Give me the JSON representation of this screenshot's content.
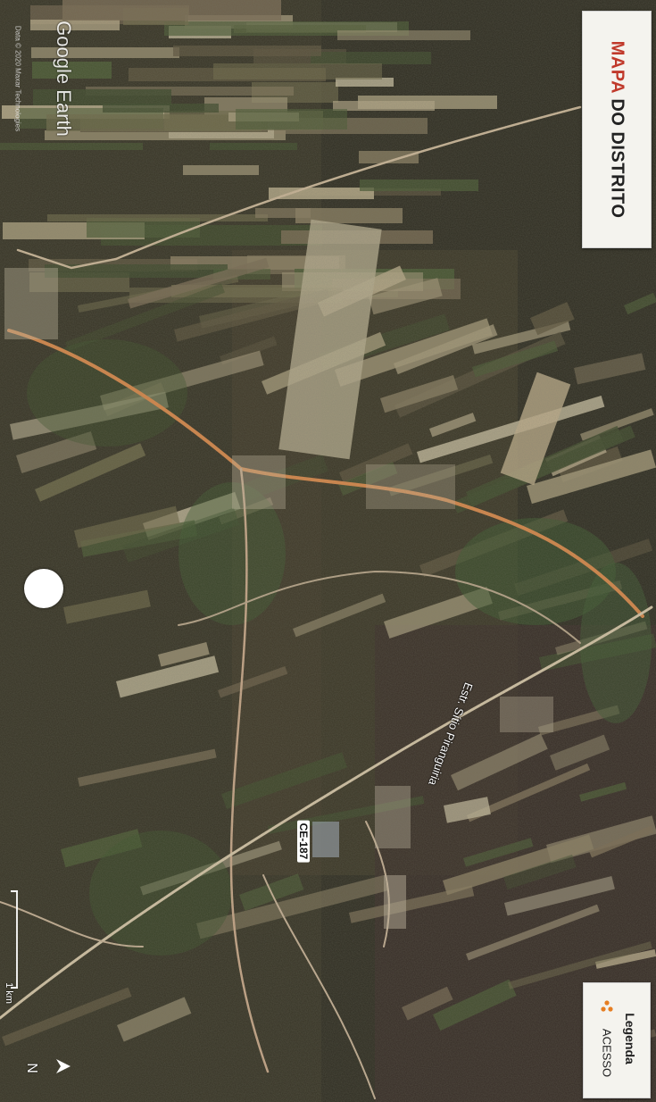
{
  "map": {
    "title_part1": "MAPA",
    "title_part2": " DO DISTRITO",
    "legend": {
      "title": "Legenda",
      "item_label": "ACESSO",
      "item_icon": "access-dots-icon",
      "item_color": "#e67e22"
    },
    "watermark": {
      "logo": "Google Earth",
      "credit": "Data © 2020 Maxar Technologies"
    },
    "roads": {
      "highway": "CE-187",
      "secondary": "Estr. Sítio Piranguiria"
    },
    "scale_label": "1 km",
    "north_label": "N",
    "colors": {
      "road_orange": "#d9884a",
      "field_light": "#b8ab8a",
      "field_dark": "#3a3426",
      "vegetation": "#3f5a2e"
    }
  }
}
